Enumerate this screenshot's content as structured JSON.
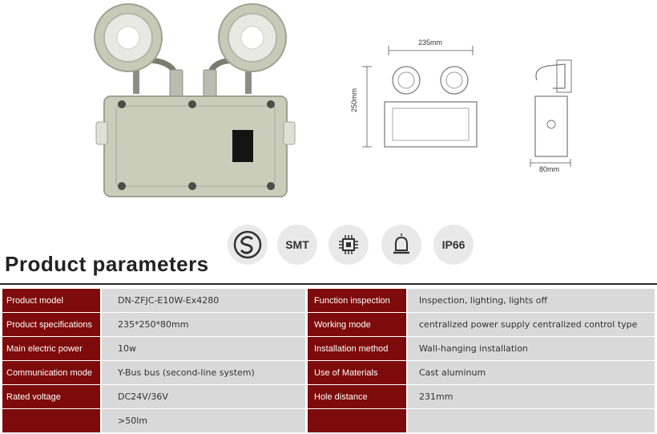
{
  "drawing": {
    "width_label": "235mm",
    "height_label": "250mm",
    "depth_label": "80mm"
  },
  "badges": {
    "smt": "SMT",
    "ip": "IP66"
  },
  "section": {
    "title": "Product parameters"
  },
  "params": {
    "rows": [
      {
        "label_left": "Product model",
        "value_left": "DN-ZFJC-E10W-Ex4280",
        "label_right": "Function inspection",
        "value_right": "Inspection, lighting, lights off"
      },
      {
        "label_left": "Product specifications",
        "value_left": "235*250*80mm",
        "label_right": "Working mode",
        "value_right": "centralized power supply centralized control type"
      },
      {
        "label_left": "Main electric power",
        "value_left": "10w",
        "label_right": "Installation method",
        "value_right": "Wall-hanging installation"
      },
      {
        "label_left": "Communication mode",
        "value_left": "Y-Bus bus (second-line system)",
        "label_right": "Use of Materials",
        "value_right": "Cast aluminum"
      },
      {
        "label_left": "Rated voltage",
        "value_left": "DC24V/36V",
        "label_right": "Hole distance",
        "value_right": "231mm"
      },
      {
        "label_left": "",
        "value_left": ">50lm",
        "label_right": "",
        "value_right": ""
      }
    ]
  },
  "colors": {
    "label_bg": "#7e0b0b",
    "value_bg": "#d9d9d9",
    "product_body": "#c9cdb9"
  }
}
